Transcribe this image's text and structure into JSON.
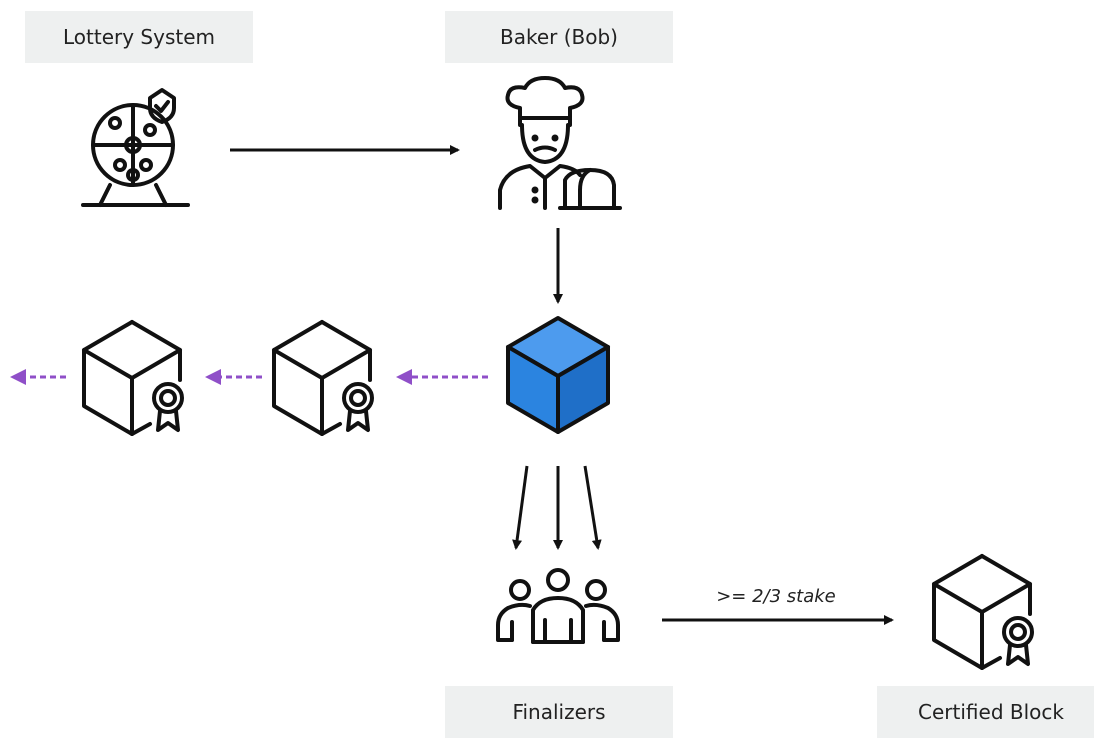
{
  "nodes": {
    "lottery": {
      "label": "Lottery System",
      "icon": "lottery-wheel-icon"
    },
    "baker": {
      "label": "Baker (Bob)",
      "icon": "baker-icon"
    },
    "new_block": {
      "icon": "block-cube-icon",
      "color": "#2b84e0"
    },
    "chain_block_1": {
      "icon": "certified-block-icon"
    },
    "chain_block_2": {
      "icon": "certified-block-icon"
    },
    "finalizers": {
      "label": "Finalizers",
      "icon": "group-icon"
    },
    "certified": {
      "label": "Certified Block",
      "icon": "certified-block-icon"
    }
  },
  "edges": {
    "to_certified_label": ">= 2/3 stake"
  },
  "colors": {
    "label_bg": "#eef0f0",
    "dashed_arrow": "#8f4fc8",
    "stroke": "#111111"
  }
}
